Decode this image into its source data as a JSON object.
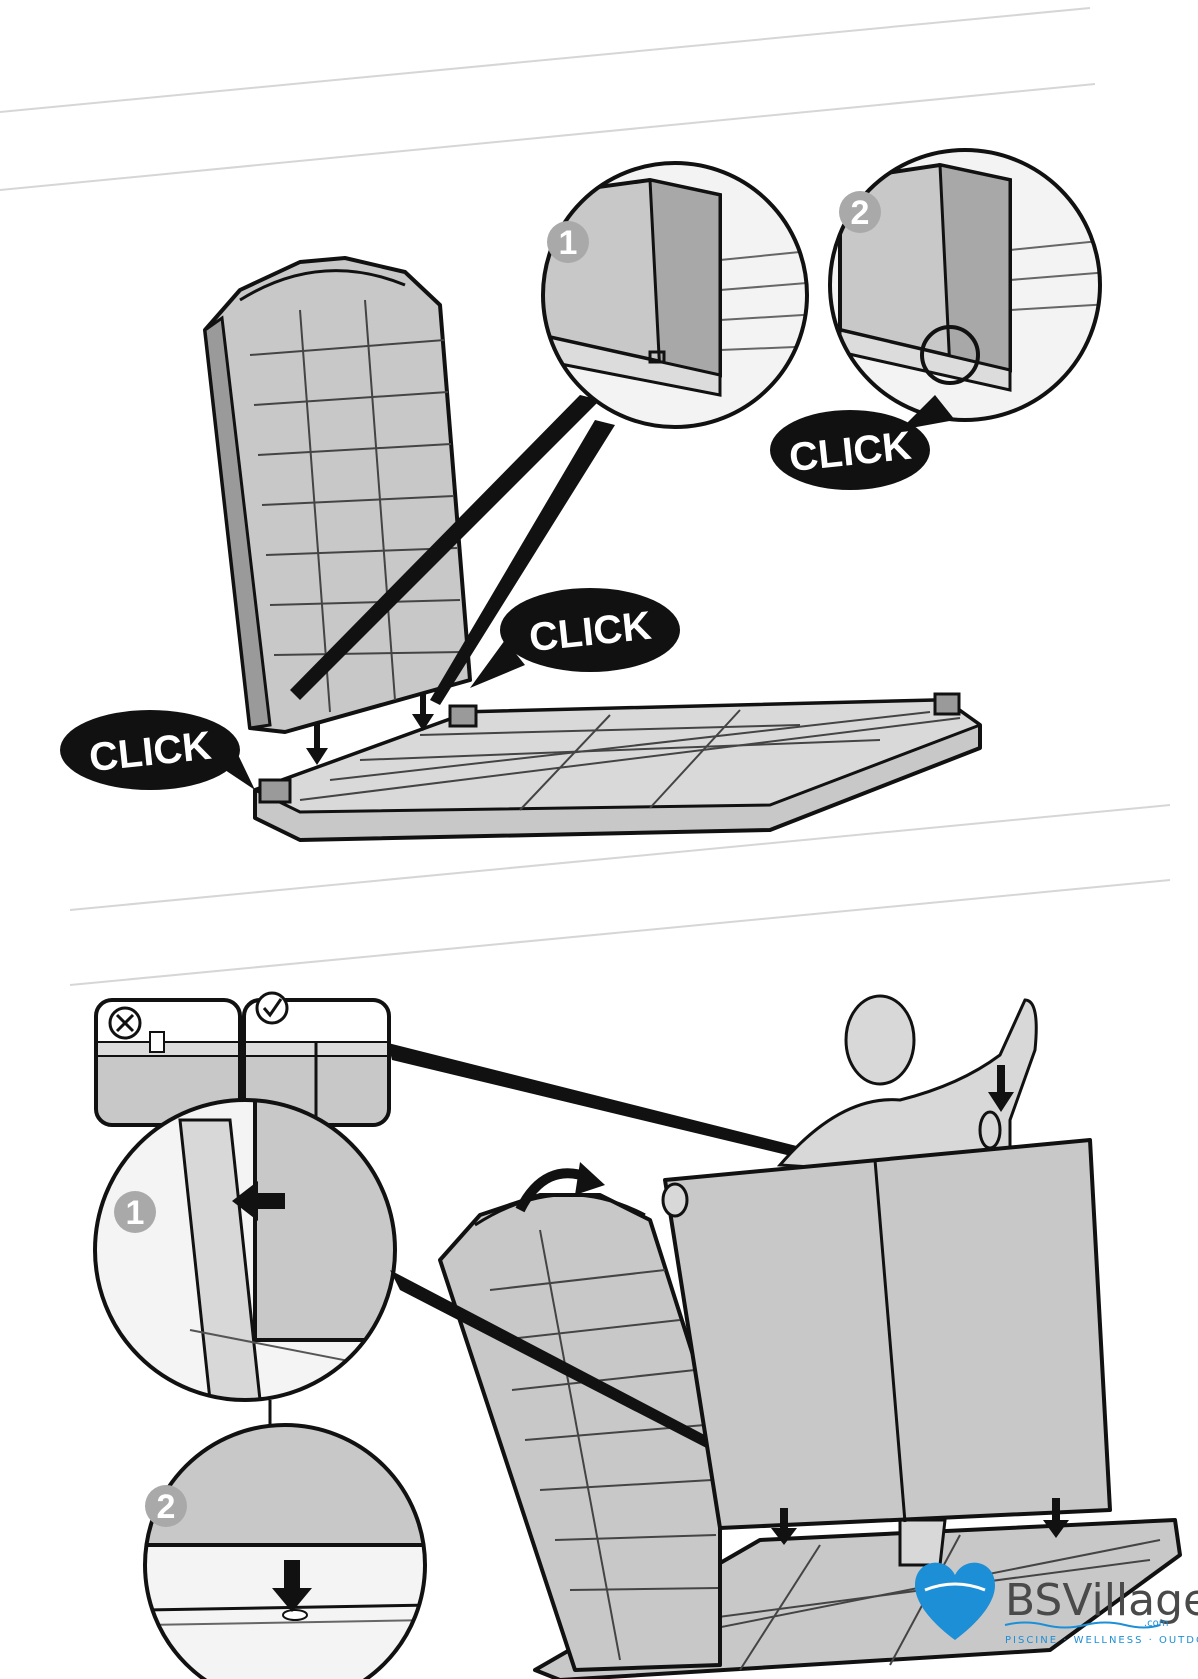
{
  "colors": {
    "part_fill": "#c8c8c8",
    "part_dark": "#9a9a9a",
    "outline": "#111111",
    "bubble": "#111111",
    "step_badge": "#a9a9a9",
    "brand_blue": "#1d8fd6",
    "brand_text": "#4a4a4a"
  },
  "step1": {
    "click_labels": [
      "CLICK",
      "CLICK",
      "CLICK"
    ],
    "detail_steps": [
      "1",
      "2"
    ]
  },
  "step2": {
    "detail_steps": [
      "1",
      "2"
    ],
    "status_icons": [
      "wrong-icon",
      "correct-icon"
    ]
  },
  "brand": {
    "name": "BSVillage",
    "domain_suffix": ".com",
    "tagline": "PISCINE · WELLNESS · OUTDOOR"
  }
}
